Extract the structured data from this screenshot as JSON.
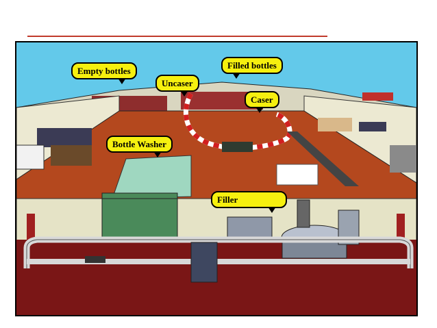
{
  "labels": {
    "empty_bottles": "Empty bottles",
    "filled_bottles": "Filled bottles",
    "uncaser": "Uncaser",
    "caser": "Caser",
    "bottle_washer": "Bottle Washer",
    "filler": "Filler"
  },
  "colors": {
    "sky": "#63c9ea",
    "floor": "#b4481e",
    "wall": "#e5e3c6",
    "dark_red_floor": "#7a1616",
    "callout": "#f6f00f",
    "washer": "#9fd7c0",
    "conveyor": "#d8d8d8"
  }
}
